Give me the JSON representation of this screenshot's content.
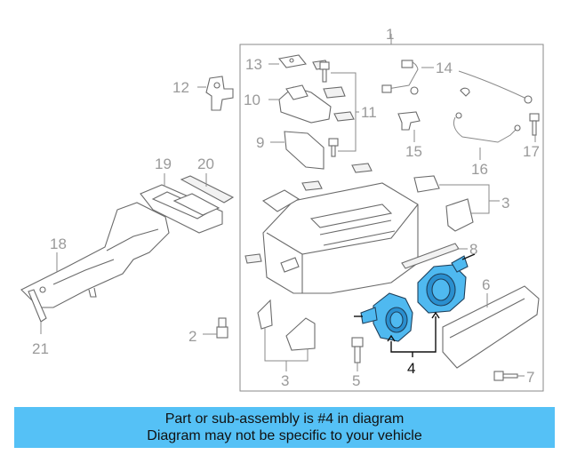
{
  "diagram": {
    "callouts": {
      "c1": "1",
      "c2": "2",
      "c3a": "3",
      "c3b": "3",
      "c4": "4",
      "c5": "5",
      "c6": "6",
      "c7": "7",
      "c8": "8",
      "c9": "9",
      "c10": "10",
      "c11": "11",
      "c12": "12",
      "c13": "13",
      "c14": "14",
      "c15": "15",
      "c16": "16",
      "c17": "17",
      "c18": "18",
      "c19": "19",
      "c20": "20",
      "c21": "21"
    },
    "highlight_color": "#4fb9f0",
    "line_color": "#8a8a8a"
  },
  "banner": {
    "line1": "Part or sub-assembly is #4 in diagram",
    "line2": "Diagram may not be specific to your vehicle",
    "background": "#55c1f6"
  }
}
